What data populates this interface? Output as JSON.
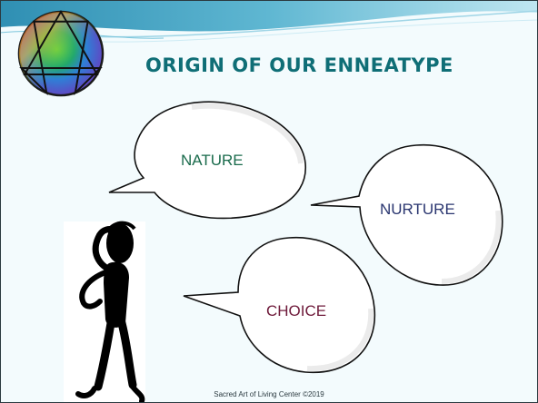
{
  "slide": {
    "title": "ORIGIN OF OUR ENNEATYPE",
    "footer": "Sacred Art of Living Center   ©2019"
  },
  "bubbles": [
    {
      "label": "NATURE",
      "color": "#1a6b4c"
    },
    {
      "label": "NURTURE",
      "color": "#2a3670"
    },
    {
      "label": "CHOICE",
      "color": "#6e1a3a"
    }
  ],
  "theme": {
    "title_color": "#0f6e76",
    "background": "#f3fbfd",
    "header_accent": "#3fa3c4"
  },
  "icons": [
    "enneagram-logo",
    "thinking-figure-clipart"
  ]
}
